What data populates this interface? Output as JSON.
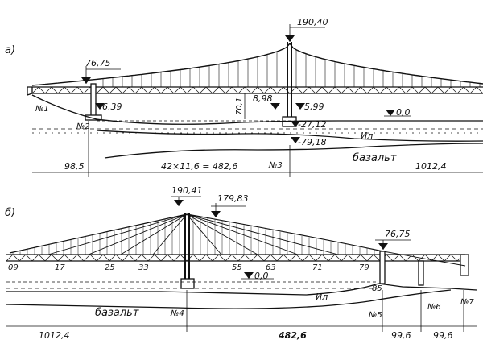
{
  "panel_a": {
    "label": "а)",
    "elevations": {
      "tower_top": "190,40",
      "left_pier_top": "76,75",
      "left_pier_base": "6,39",
      "clearance": "70,1",
      "tower_water_left": "8,98",
      "tower_water_right": "5,99",
      "water_level": "0,0",
      "silt_depth": "-27,12",
      "rock_depth": "-79,18"
    },
    "piers": [
      "№1",
      "№2",
      "№3"
    ],
    "soil": {
      "silt": "Ил",
      "rock": "базальт"
    },
    "dimensions": [
      "98,5",
      "42×11,6 = 482,6",
      "1012,4"
    ]
  },
  "panel_b": {
    "label": "б)",
    "elevations": {
      "tower_top": "190,41",
      "stay_top": "179,83",
      "right_pier_top": "76,75",
      "water_level": "0,0"
    },
    "node_numbers": [
      "09",
      "17",
      "25",
      "33",
      "55",
      "63",
      "71",
      "79",
      "85"
    ],
    "piers": [
      "№4",
      "№5",
      "№6",
      "№7"
    ],
    "soil": {
      "silt": "Ил",
      "rock": "базальт"
    },
    "dimensions": [
      "1012,4",
      "482,6",
      "99,6",
      "99,6"
    ]
  }
}
